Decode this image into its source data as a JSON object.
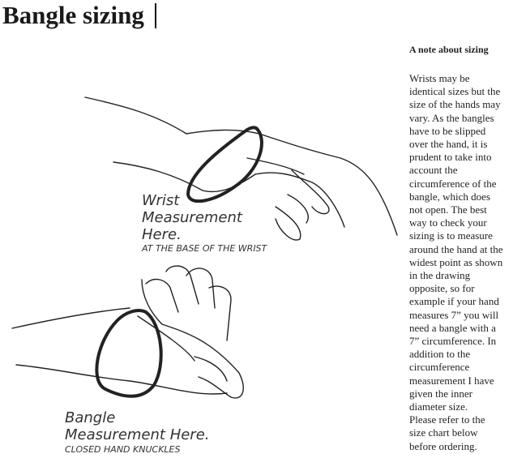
{
  "title": "Bangle sizing",
  "note": {
    "heading": "A note about sizing",
    "lines": [
      "Wrists may be",
      "identical sizes but the",
      "size of the hands may",
      "vary. As the bangles",
      "have to be slipped",
      "over the hand, it is",
      "prudent to take into",
      "account the",
      "circumference of the",
      "bangle, which does",
      "not open. The best",
      "way to check your",
      "sizing is to measure",
      "around the hand at the",
      "widest point as shown",
      "in the drawing",
      "opposite, so for",
      "example if your hand",
      "measures 7” you will",
      "need a bangle with a",
      "7” circumference. In",
      "addition to the",
      "circumference",
      "measurement I have",
      "given the inner",
      "diameter size.",
      "Please refer to the",
      "size chart below",
      "before ordering."
    ]
  },
  "illustration": {
    "wrist_label": [
      "Wrist",
      "Measurement",
      "Here."
    ],
    "wrist_sub": "AT THE BASE OF THE WRIST",
    "bangle_label": [
      "Bangle",
      "Measurement Here."
    ],
    "bangle_sub": "CLOSED HAND KNUCKLES"
  }
}
